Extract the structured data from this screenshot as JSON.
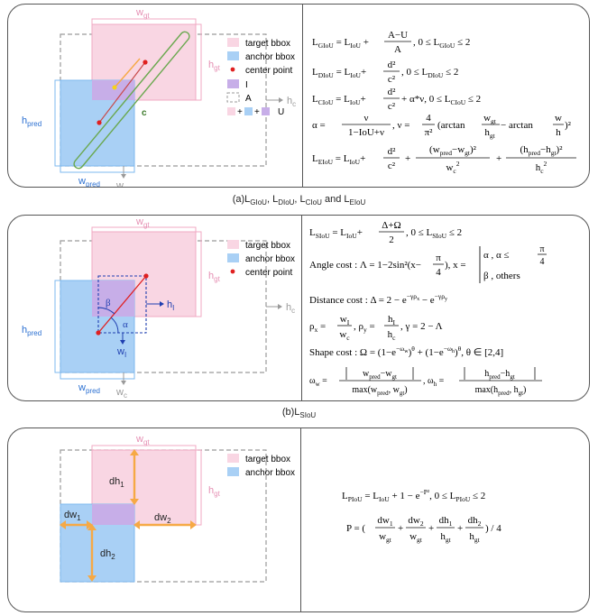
{
  "colors": {
    "target_fill": "#f9d6e3",
    "target_edge": "#f0a9c3",
    "anchor_fill": "#a9d0f5",
    "anchor_edge": "#7db8ef",
    "intersection": "#c7aee8",
    "center": "#e02020",
    "blue_text": "#2a6fd1",
    "pink_text": "#e58fb3",
    "grey": "#9a9a9a",
    "orange": "#f6a945",
    "green": "#6aa84f"
  },
  "captions": {
    "a": {
      "prefix": "(a)",
      "parts": [
        [
          "L",
          "GIoU"
        ],
        [
          "L",
          "DIoU"
        ],
        [
          "L",
          "CIoU"
        ],
        [
          "L",
          "EIoU"
        ]
      ],
      "and": " and "
    },
    "b": {
      "prefix": "(b)",
      "parts": [
        [
          "L",
          "SIoU"
        ]
      ]
    }
  },
  "panel_a": {
    "labels": {
      "wgt": "w",
      "wgt_sub": "gt",
      "hgt": "h",
      "hgt_sub": "gt",
      "hpred": "h",
      "hpred_sub": "pred",
      "wpred": "w",
      "wpred_sub": "pred",
      "hc": "h",
      "hc_sub": "c",
      "wc": "w",
      "wc_sub": "c",
      "c": "c"
    },
    "legend": {
      "target": "target bbox",
      "anchor": "anchor bbox",
      "center": "center point",
      "I": "I",
      "A": "A",
      "U": "U"
    },
    "formulas": {
      "giou": {
        "L": "L",
        "sub": "GIoU",
        "eq": " = ",
        "L2": "L",
        "sub2": "IoU",
        "plus": " + ",
        "num": "A−U",
        "den": "A",
        "tail": ", 0 ≤ L",
        "tail_sub": "GIoU",
        "tail_end": " ≤ 2"
      },
      "diou": {
        "L": "L",
        "sub": "DIoU",
        "eq": " = ",
        "L2": "L",
        "sub2": "IoU",
        "plus": "+ ",
        "num": "d²",
        "den": "c²",
        "tail": ", 0 ≤ L",
        "tail_sub": "DIoU",
        "tail_end": " ≤ 2"
      },
      "ciou": {
        "L": "L",
        "sub": "CIoU",
        "eq": " = ",
        "L2": "L",
        "sub2": "IoU",
        "plus": "+ ",
        "num": "d²",
        "den": "c²",
        "mid": " + α*ν",
        "tail": ", 0 ≤ L",
        "tail_sub": "CIoU",
        "tail_end": " ≤ 2"
      },
      "alpha": {
        "lhs": "α =",
        "num": "ν",
        "den": "1−IoU+ν",
        "nu": ", ν =",
        "num2": "4",
        "den2": "π²",
        "arctan1": "(arctan",
        "w": "w",
        "wsub": "gt",
        "h": "h",
        "hsub": "gt",
        "minus": " − arctan",
        "w2": "w",
        "h2": "h",
        "close": ")²"
      },
      "eiou": {
        "L": "L",
        "sub": "EIoU",
        "eq": " = ",
        "L2": "L",
        "sub2": "IoU",
        "plus": "+ ",
        "num": "d²",
        "den": "c²",
        "p2": "+",
        "num2": "(w",
        "num2sub": "pred",
        "num2b": "−w",
        "num2bsub": "gt",
        "num2c": ")²",
        "den2": "w",
        "den2sub": "c",
        "den2sup": "2",
        "p3": "+",
        "num3": "(h",
        "num3sub": "pred",
        "num3b": "−h",
        "num3bsub": "gt",
        "num3c": ")²",
        "den3": "h",
        "den3sub": "c",
        "den3sup": "2"
      }
    }
  },
  "panel_b": {
    "labels": {
      "wgt": "w",
      "wgt_sub": "gt",
      "hgt": "h",
      "hgt_sub": "gt",
      "hpred": "h",
      "hpred_sub": "pred",
      "wpred": "w",
      "wpred_sub": "pred",
      "hc": "h",
      "hc_sub": "c",
      "wc": "w",
      "wc_sub": "c",
      "hI": "h",
      "hI_sub": "I",
      "wI": "w",
      "wI_sub": "I",
      "alpha": "α",
      "beta": "β"
    },
    "legend": {
      "target": "target bbox",
      "anchor": "anchor bbox",
      "center": "center point"
    },
    "formulas": {
      "siou": {
        "L": "L",
        "sub": "SIoU",
        "eq": " = L",
        "sub2": "IoU",
        "plus": "+",
        "num": "Δ+Ω",
        "den": "2",
        "tail": ", 0 ≤ L",
        "tail_sub": "SIoU",
        "tail_end": " ≤ 2"
      },
      "angle": {
        "text": "Angle cost : Λ = 1−2sin²(x−",
        "num": "π",
        "den": "4",
        "close": "), x =",
        "c1": "α , α ≤",
        "c1num": "π",
        "c1den": "4",
        "c2": "β , others"
      },
      "distance": {
        "text": "Distance cost : Δ = 2 − e",
        "sup1": "−γρ",
        "sup1sub": "x",
        "mid": " − e",
        "sup2": "−γρ",
        "sup2sub": "y"
      },
      "rho": {
        "rx": "ρ",
        "rxsub": "x",
        "eq": " =",
        "num": "w",
        "numsub": "I",
        "den": "w",
        "densub": "c",
        "ry": ", ρ",
        "rysub": "y",
        "eq2": " =",
        "num2": "h",
        "num2sub": "I",
        "den2": "h",
        "den2sub": "c",
        "gamma": ", γ = 2 − Λ"
      },
      "shape": {
        "text": "Shape cost : Ω = (1−e",
        "s1": "−ω",
        "s1sub": "w",
        "mid": ")",
        "th": "θ",
        "plus": " + (1−e",
        "s2": "−ω",
        "s2sub": "h",
        "mid2": ")",
        "th2": "θ",
        "tail": ", θ ∈ [2,4]"
      },
      "omega": {
        "ow": "ω",
        "owsub": "w",
        "eq": " =",
        "num": "w",
        "numsub": "pred",
        "numb": "−w",
        "numbsub": "gt",
        "den": "max(w",
        "densub": "pred",
        "denb": ", w",
        "denbsub": "gt",
        "denc": ")",
        "oh": ", ω",
        "ohsub": "h",
        "eq2": " =",
        "num2": "h",
        "num2sub": "pred",
        "num2b": "−h",
        "num2bsub": "gt",
        "den2": "max(h",
        "den2sub": "pred",
        "den2b": ", h",
        "den2bsub": "gt",
        "den2c": ")"
      }
    }
  },
  "panel_c": {
    "labels": {
      "wgt": "w",
      "wgt_sub": "gt",
      "hgt": "h",
      "hgt_sub": "gt",
      "dh1": "dh",
      "dh1_sub": "1",
      "dh2": "dh",
      "dh2_sub": "2",
      "dw1": "dw",
      "dw1_sub": "1",
      "dw2": "dw",
      "dw2_sub": "2"
    },
    "legend": {
      "target": "target bbox",
      "anchor": "anchor bbox"
    },
    "formulas": {
      "piou": {
        "L": "L",
        "sub": "PIoU",
        "eq": " = L",
        "sub2": "IoU",
        "plus": " + 1 − e",
        "sup": "−P²",
        "tail": ", 0 ≤ L",
        "tail_sub": "PIoU",
        "tail_end": " ≤ 2"
      },
      "p": {
        "lhs": "P = (",
        "n1": "dw",
        "n1s": "1",
        "d1": "w",
        "d1s": "gt",
        "plus": "+",
        "n2": "dw",
        "n2s": "2",
        "d2": "w",
        "d2s": "gt",
        "n3": "dh",
        "n3s": "1",
        "d3": "h",
        "d3s": "gt",
        "n4": "dh",
        "n4s": "2",
        "d4": "h",
        "d4s": "gt",
        "tail": ") / 4"
      }
    }
  }
}
